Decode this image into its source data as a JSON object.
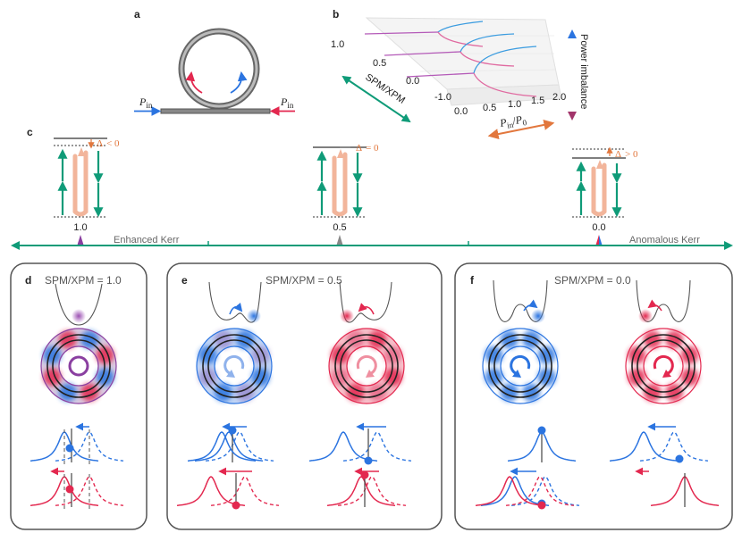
{
  "panels": {
    "a": {
      "label": "a",
      "pin_left": "P",
      "pin_right": "P",
      "pin_sub": "in"
    },
    "b": {
      "label": "b",
      "axis_spmxpm": "SPM/XPM",
      "axis_power": "Power imbalance",
      "axis_pin_main": "P",
      "axis_pin_sub1": "in",
      "axis_pin_slash": "/",
      "axis_pin_sub2": "0",
      "depth_ticks": [
        "1.0",
        "0.5",
        "0.0",
        "-1.0"
      ],
      "x_ticks": [
        "0.0",
        "0.5",
        "1.0",
        "1.5",
        "2.0"
      ]
    },
    "c": {
      "label": "c",
      "detuning": [
        {
          "sym": "Δ",
          "rel": "< 0"
        },
        {
          "sym": "Δ",
          "rel": "= 0"
        },
        {
          "sym": "Δ",
          "rel": "> 0"
        }
      ],
      "ticks": [
        "1.0",
        "0.5",
        "0.0"
      ],
      "left_label": "Enhanced Kerr",
      "right_label": "Anomalous Kerr"
    },
    "d": {
      "label": "d",
      "title": "SPM/XPM = 1.0"
    },
    "e": {
      "label": "e",
      "title": "SPM/XPM = 0.5"
    },
    "f": {
      "label": "f",
      "title": "SPM/XPM = 0.0"
    }
  },
  "colors": {
    "blue": "#2b74e0",
    "red": "#e3284f",
    "purple": "#8a3fa0",
    "green": "#0f9b78",
    "orange": "#e2773d",
    "peach": "#f2b59b",
    "grey": "#5b5b5b"
  }
}
